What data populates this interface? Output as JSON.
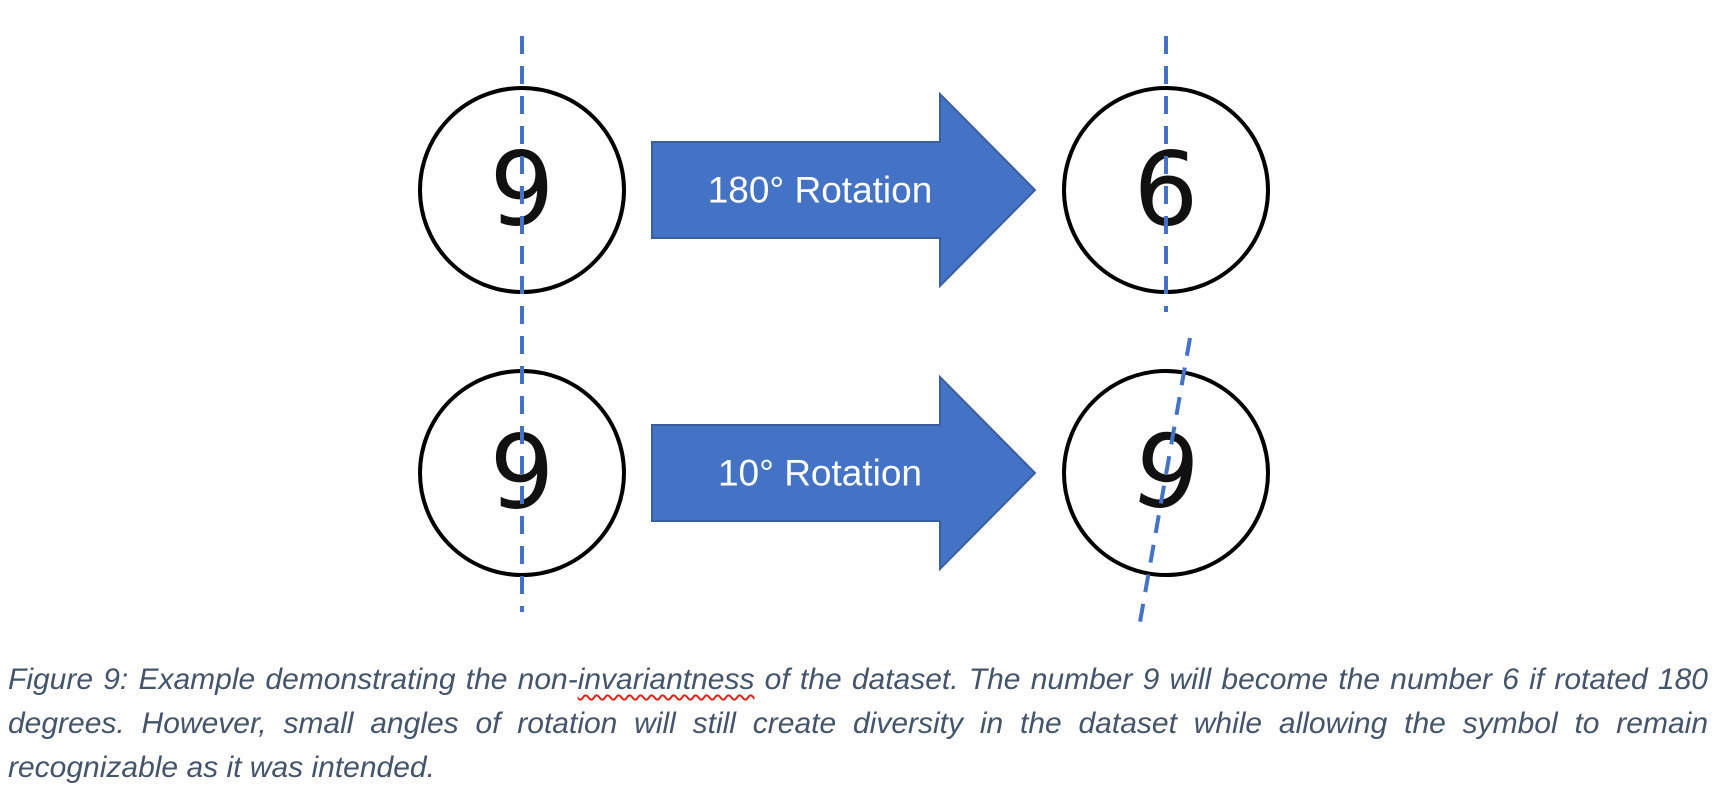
{
  "figure": {
    "colors": {
      "arrow_fill": "#4472c4",
      "dashed_line": "#4472c4",
      "circle_stroke": "#000000",
      "caption_text": "#44546a",
      "spellcheck_underline": "#d9261c"
    },
    "rows": [
      {
        "input_digit": "9",
        "arrow_label": "180° Rotation",
        "output_digit": "6",
        "rotation_degrees": 180
      },
      {
        "input_digit": "9",
        "arrow_label": "10° Rotation",
        "output_digit": "9",
        "rotation_degrees": 10
      }
    ]
  },
  "caption": {
    "prefix": "Figure 9: Example demonstrating the non-",
    "underlined_word": "invariantness",
    "suffix": " of the dataset. The number 9 will become the number 6 if rotated 180 degrees. However, small angles of rotation will still create diversity in the dataset while allowing the symbol to remain recognizable as it was intended."
  }
}
